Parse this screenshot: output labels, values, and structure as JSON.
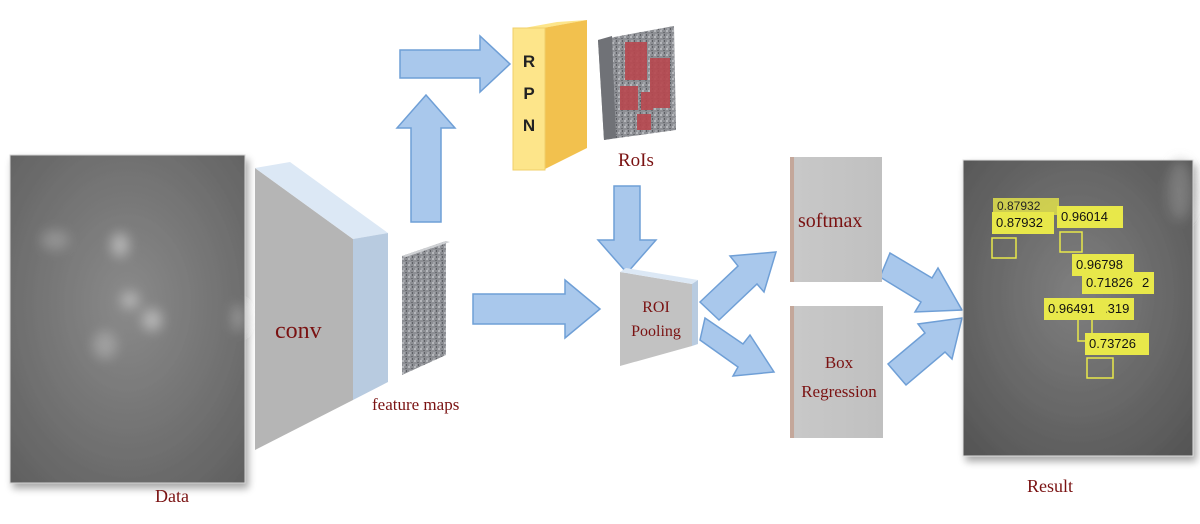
{
  "labels": {
    "data": "Data",
    "conv": "conv",
    "feature_maps": "feature maps",
    "rpn": [
      "R",
      "P",
      "N"
    ],
    "rois": "RoIs",
    "roi_pooling_line1": "ROI",
    "roi_pooling_line2": "Pooling",
    "softmax": "softmax",
    "box_line1": "Box",
    "box_line2": "Regression",
    "result": "Result"
  },
  "detections": [
    "0.87932",
    "0.87932",
    "0.96014",
    "0.96798",
    "0.71826",
    "0.96491",
    "0.73726"
  ],
  "detections_partial": [
    "2",
    ".319"
  ],
  "colors": {
    "label_text": "#7a1212",
    "arrow_fill": "#a9c8ec",
    "arrow_stroke": "#6f9fd6",
    "rpn_face": "#fde58a",
    "rpn_side": "#f2c14e",
    "conv_face": "#b3b3b3",
    "conv_top": "#dbe8f6",
    "detection_box": "#e8e84a",
    "roi_red": "#b8484f"
  }
}
